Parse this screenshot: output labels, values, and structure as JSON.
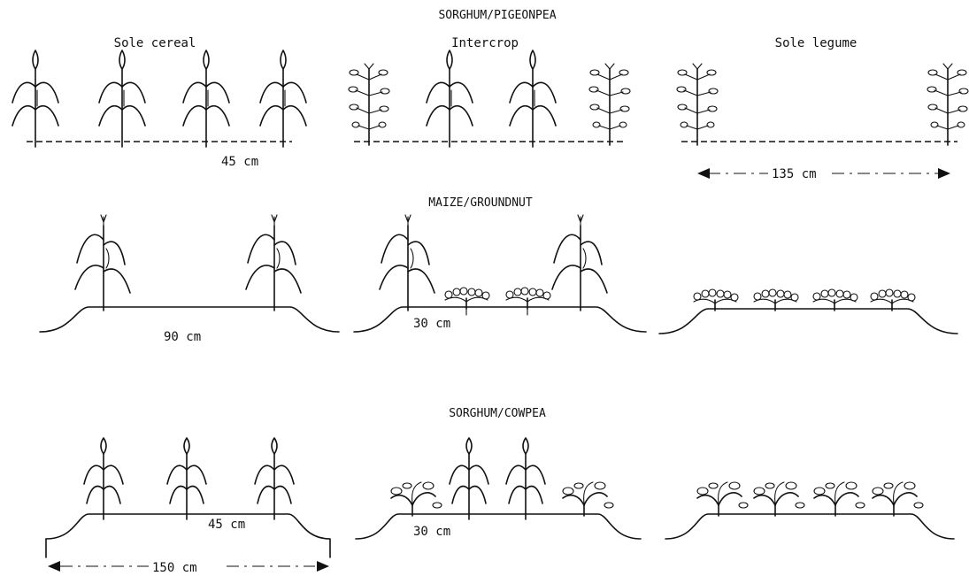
{
  "sections": [
    {
      "title": "SORGHUM/PIGEONPEA"
    },
    {
      "title": "MAIZE/GROUNDNUT"
    },
    {
      "title": "SORGHUM/COWPEA"
    }
  ],
  "columns": {
    "sole_cereal": "Sole cereal",
    "intercrop": "Intercrop",
    "sole_legume": "Sole legume"
  },
  "spacings": {
    "sorghum_pigeonpea_cereal": "45 cm",
    "sorghum_pigeonpea_legume": "135 cm",
    "maize_groundnut_cereal": "90 cm",
    "maize_groundnut_intercrop": "30 cm",
    "sorghum_cowpea_cereal": "45 cm",
    "sorghum_cowpea_intercrop": "30 cm",
    "sorghum_cowpea_bed": "150 cm"
  }
}
